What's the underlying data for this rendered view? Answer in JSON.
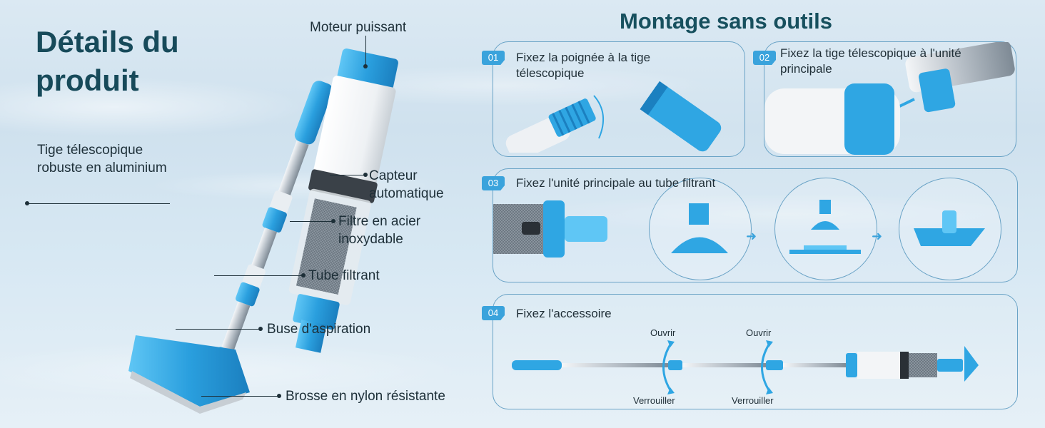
{
  "hero": {
    "title": "Détails du produit"
  },
  "callouts": {
    "motor": "Moteur puissant",
    "pole": "Tige télescopique robuste en aluminium",
    "sensor": "Capteur automatique",
    "filter": "Filtre en acier inoxydable",
    "tube": "Tube filtrant",
    "nozzle": "Buse d'aspiration",
    "brush": "Brosse en nylon résistante"
  },
  "assembly": {
    "title": "Montage sans outils",
    "steps": [
      {
        "num": "01",
        "text": "Fixez la poignée à la tige télescopique"
      },
      {
        "num": "02",
        "text": "Fixez la tige télescopique à l'unité principale"
      },
      {
        "num": "03",
        "text": "Fixez l'unité principale au tube filtrant"
      },
      {
        "num": "04",
        "text": "Fixez l'accessoire"
      }
    ],
    "open_label": "Ouvrir",
    "lock_label": "Verrouiller"
  },
  "colors": {
    "accent_blue": "#2fa6e3",
    "title_teal": "#174a5a",
    "panel_border": "#6aa3c6"
  }
}
